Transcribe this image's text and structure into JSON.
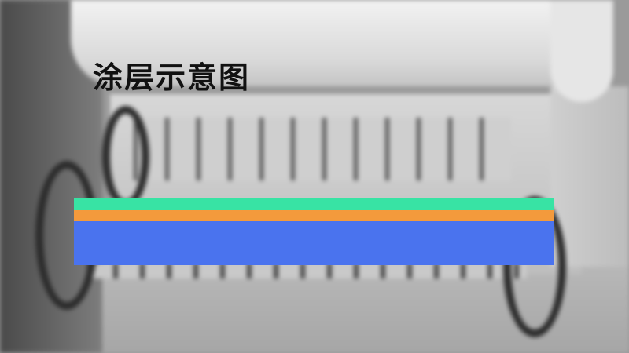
{
  "title": "涂层示意图",
  "layers": [
    {
      "role": "top-coating",
      "color": "#38e3a4"
    },
    {
      "role": "intermediate-coating",
      "color": "#f39a3c"
    },
    {
      "role": "substrate",
      "color": "#4a73ee"
    }
  ]
}
